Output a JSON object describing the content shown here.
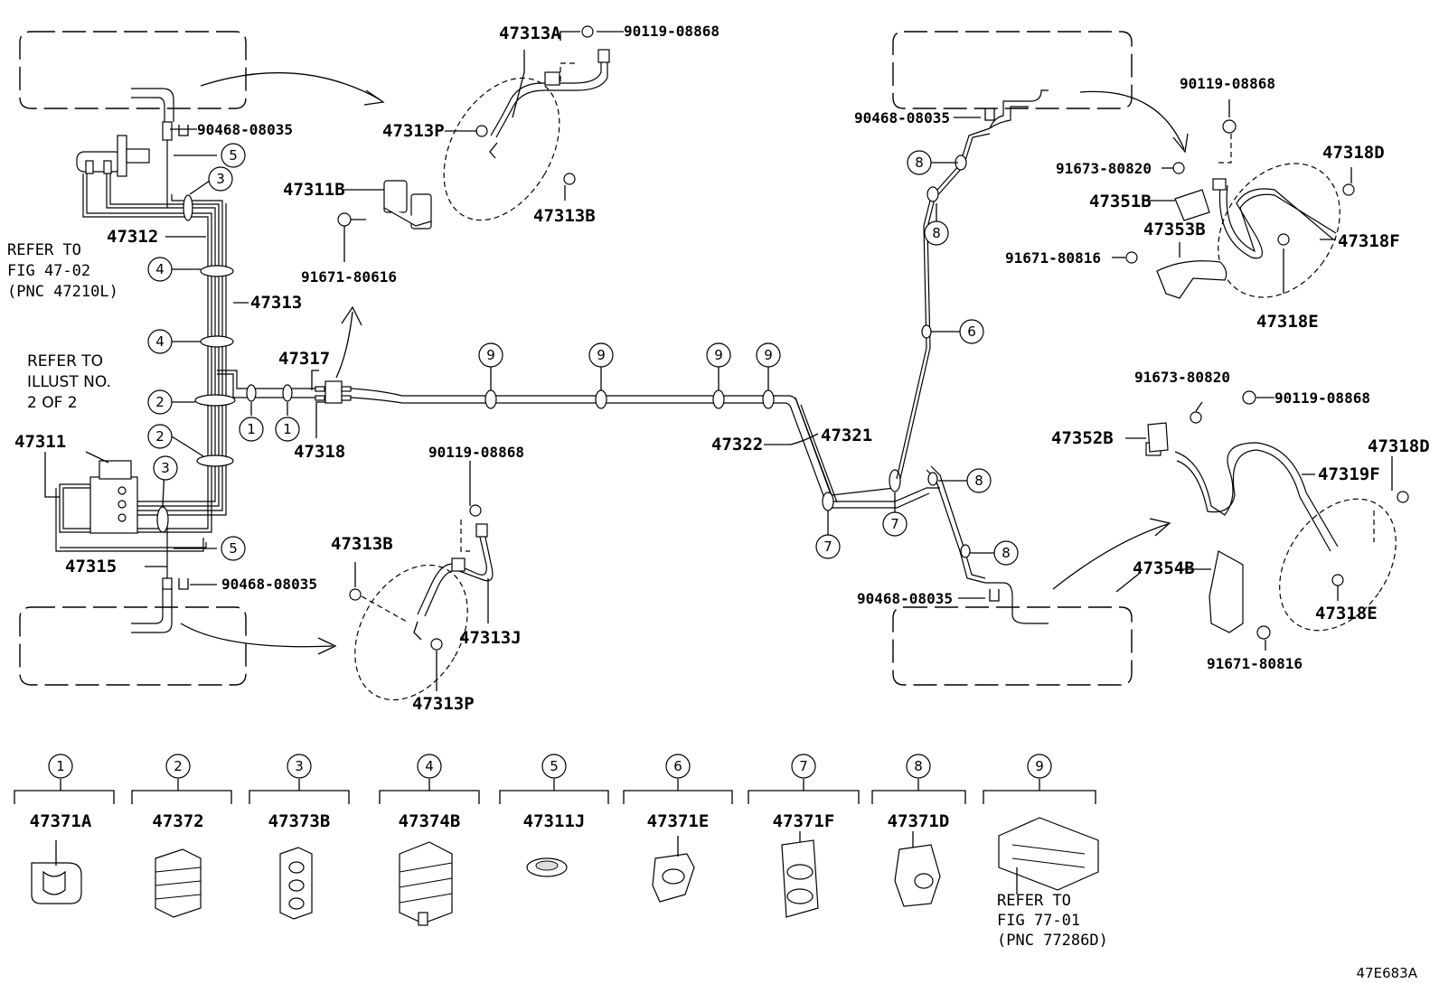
{
  "figure_id": "47E683A",
  "labels": {
    "p47313A": "47313A",
    "p90119_top": "90119-08868",
    "p47313P_top": "47313P",
    "p47313B_top": "47313B",
    "p47311B": "47311B",
    "p91671_80616": "91671-80616",
    "p90468_tl": "90468-08035",
    "p47312": "47312",
    "p47313": "47313",
    "p47317": "47317",
    "p47318": "47318",
    "p47311": "47311",
    "p47315": "47315",
    "p90468_bl": "90468-08035",
    "p90119_mid": "90119-08868",
    "p47313B_bot": "47313B",
    "p47313J": "47313J",
    "p47313P_bot": "47313P",
    "p47322": "47322",
    "p47321": "47321",
    "p90468_tr": "90468-08035",
    "p90468_br": "90468-08035",
    "p90119_tr": "90119-08868",
    "p91673_tr": "91673-80820",
    "p47351B": "47351B",
    "p47353B": "47353B",
    "p91671_tr": "91671-80816",
    "p47318D_tr": "47318D",
    "p47318F": "47318F",
    "p47318E_tr": "47318E",
    "p91673_br": "91673-80820",
    "p90119_br": "90119-08868",
    "p47352B": "47352B",
    "p47318D_br": "47318D",
    "p47319F": "47319F",
    "p47354B": "47354B",
    "p47318E_br": "47318E",
    "p91671_br": "91671-80816"
  },
  "refer_notes": {
    "refer_left": [
      "REFER TO",
      "FIG 47-02",
      "(PNC 47210L)"
    ],
    "refer_illust": [
      "REFER TO",
      "ILLUST NO.",
      "2 OF 2"
    ],
    "refer_clip9": [
      "REFER TO",
      "FIG 77-01",
      "(PNC 77286D)"
    ]
  },
  "callout_numbers": [
    "1",
    "2",
    "3",
    "4",
    "5",
    "6",
    "7",
    "8",
    "9"
  ],
  "legend": [
    {
      "num": "1",
      "part": "47371A"
    },
    {
      "num": "2",
      "part": "47372"
    },
    {
      "num": "3",
      "part": "47373B"
    },
    {
      "num": "4",
      "part": "47374B"
    },
    {
      "num": "5",
      "part": "47311J"
    },
    {
      "num": "6",
      "part": "47371E"
    },
    {
      "num": "7",
      "part": "47371F"
    },
    {
      "num": "8",
      "part": "47371D"
    },
    {
      "num": "9",
      "part": "REFER TO FIG 77-01 (PNC 77286D)"
    }
  ]
}
